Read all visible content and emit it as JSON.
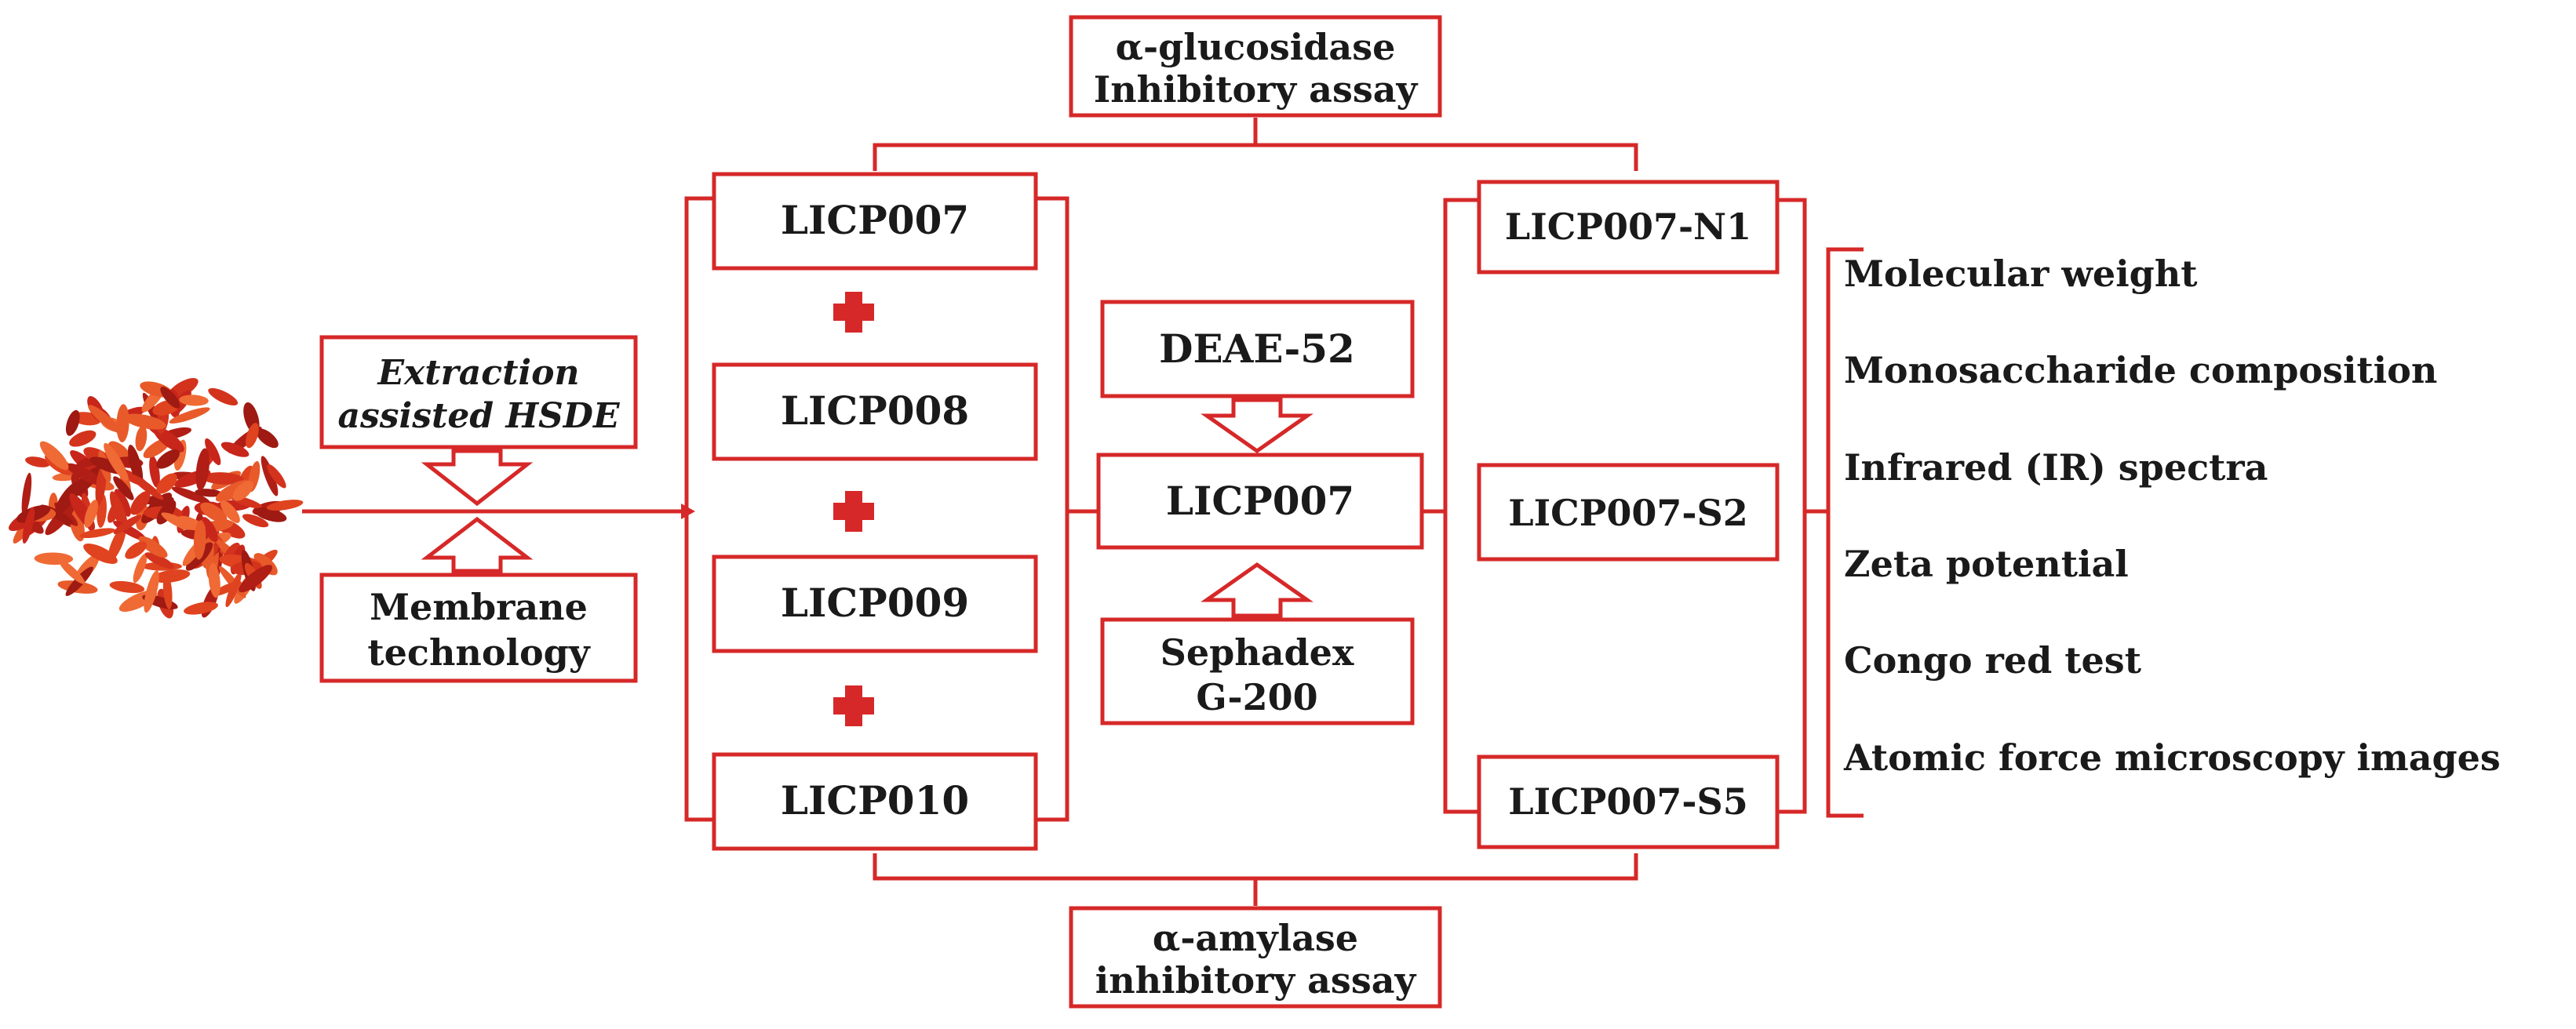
{
  "colors": {
    "outline": "#d62828",
    "plus": "#d62828",
    "text": "#1a1a1a",
    "goji": "#e04020"
  },
  "assays": {
    "top_line1": "α-glucosidase",
    "top_line2": "Inhibitory assay",
    "bottom_line1": "α-amylase",
    "bottom_line2": "inhibitory assay"
  },
  "process": {
    "extraction_line1": "Extraction",
    "extraction_line2": "assisted HSDE",
    "membrane_line1": "Membrane",
    "membrane_line2": "technology"
  },
  "fractions": [
    "LICP007",
    "LICP008",
    "LICP009",
    "LICP010"
  ],
  "purification": {
    "deae": "DEAE-52",
    "center": "LICP007",
    "sephadex_line1": "Sephadex",
    "sephadex_line2": "G-200"
  },
  "subfractions": [
    "LICP007-N1",
    "LICP007-S2",
    "LICP007-S5"
  ],
  "characterization": [
    "Molecular weight",
    "Monosaccharide composition",
    "Infrared (IR) spectra",
    "Zeta potential",
    "Congo red test",
    "Atomic force microscopy images"
  ],
  "icons": {
    "raw_material": "goji-berry-pile-icon",
    "plus": "plus-icon"
  }
}
